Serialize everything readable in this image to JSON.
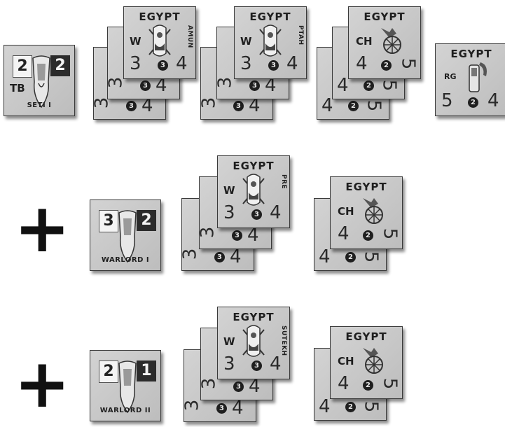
{
  "faction": "EGYPT",
  "blocks": {
    "w": "W",
    "ch": "CH",
    "rg": "RG",
    "tb": "TB",
    "w_unit": "3",
    "ch_unit": "4",
    "rg_unit": "5",
    "combat_4": "4",
    "movement_5": "5",
    "dot_3": "3",
    "dot_2": "2"
  },
  "leaders": {
    "seti": {
      "name": "SETI I",
      "initiative": "2",
      "command": "2",
      "type": "TB"
    },
    "warlord1": {
      "name": "WARLORD I",
      "initiative": "3",
      "command": "2"
    },
    "warlord2": {
      "name": "WARLORD II",
      "initiative": "2",
      "command": "1"
    }
  },
  "gods": {
    "amun": "AMUN",
    "ptah": "PTAH",
    "pre": "PRE",
    "sutekh": "SUTEKH"
  },
  "plus_sign": "+",
  "icons": [
    "pharaoh-headdress-icon",
    "shield-spears-icon",
    "chariot-icon",
    "standard-shield-icon"
  ]
}
